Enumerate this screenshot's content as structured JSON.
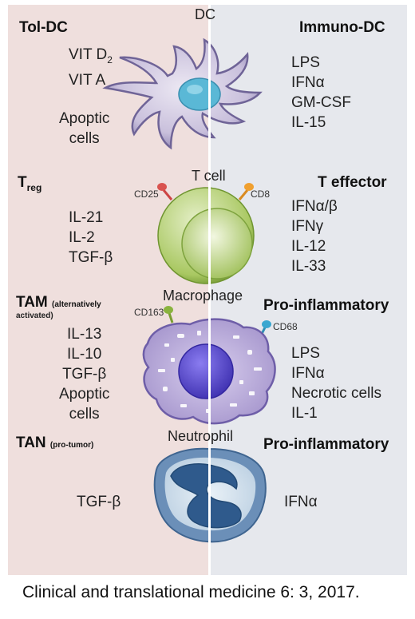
{
  "dc_row": {
    "left_heading": "Tol-DC",
    "center_label": "DC",
    "right_heading": "Immuno-DC",
    "left_factors": [
      "VIT D",
      "VIT A"
    ],
    "left_factor_subscript": "2",
    "left_factors_2": [
      "Apoptic",
      "cells"
    ],
    "right_factors": [
      "LPS",
      "IFNα",
      "GM-CSF",
      "IL-15"
    ]
  },
  "tcell_row": {
    "left_heading": "T",
    "left_heading_sub": "reg",
    "center_label": "T cell",
    "right_heading": "T effector",
    "marker_left": "CD25",
    "marker_right": "CD8",
    "left_factors": [
      "IL-21",
      "IL-2",
      "TGF-β"
    ],
    "right_factors": [
      "IFNα/β",
      "IFNγ",
      "IL-12",
      "IL-33"
    ]
  },
  "macrophage_row": {
    "left_heading": "TAM",
    "left_heading_note_1": "(alternatively",
    "left_heading_note_2": "activated)",
    "center_label": "Macrophage",
    "right_heading": "Pro-inflammatory",
    "marker_left": "CD163",
    "marker_right": "CD68",
    "left_factors": [
      "IL-13",
      "IL-10",
      "TGF-β",
      "Apoptic",
      "cells"
    ],
    "right_factors": [
      "LPS",
      "IFNα",
      "Necrotic cells",
      "IL-1"
    ]
  },
  "neutrophil_row": {
    "left_heading": "TAN",
    "left_heading_note": "(pro-tumor)",
    "center_label": "Neutrophil",
    "right_heading": "Pro-inflammatory",
    "left_factors": [
      "TGF-β"
    ],
    "right_factors": [
      "IFNα"
    ]
  },
  "citation": "Clinical and translational medicine 6: 3, 2017.",
  "colors": {
    "left_panel": "#efdfdd",
    "right_panel": "#e6e8ed",
    "dc_body": "#8a7fb0",
    "dc_nucleus": "#5ab8d6",
    "tcell_outer": "#8fb24a",
    "tcell_inner": "#b9d27a",
    "macrophage_body": "#b8a8d8",
    "macrophage_nucleus": "#5a49c9",
    "neutrophil_outer": "#6b8fb8",
    "neutrophil_nucleus": "#2f5a8c",
    "cd25": "#d9534f",
    "cd8": "#f0a030",
    "cd163": "#8ab33e",
    "cd68": "#3aa7d0"
  }
}
